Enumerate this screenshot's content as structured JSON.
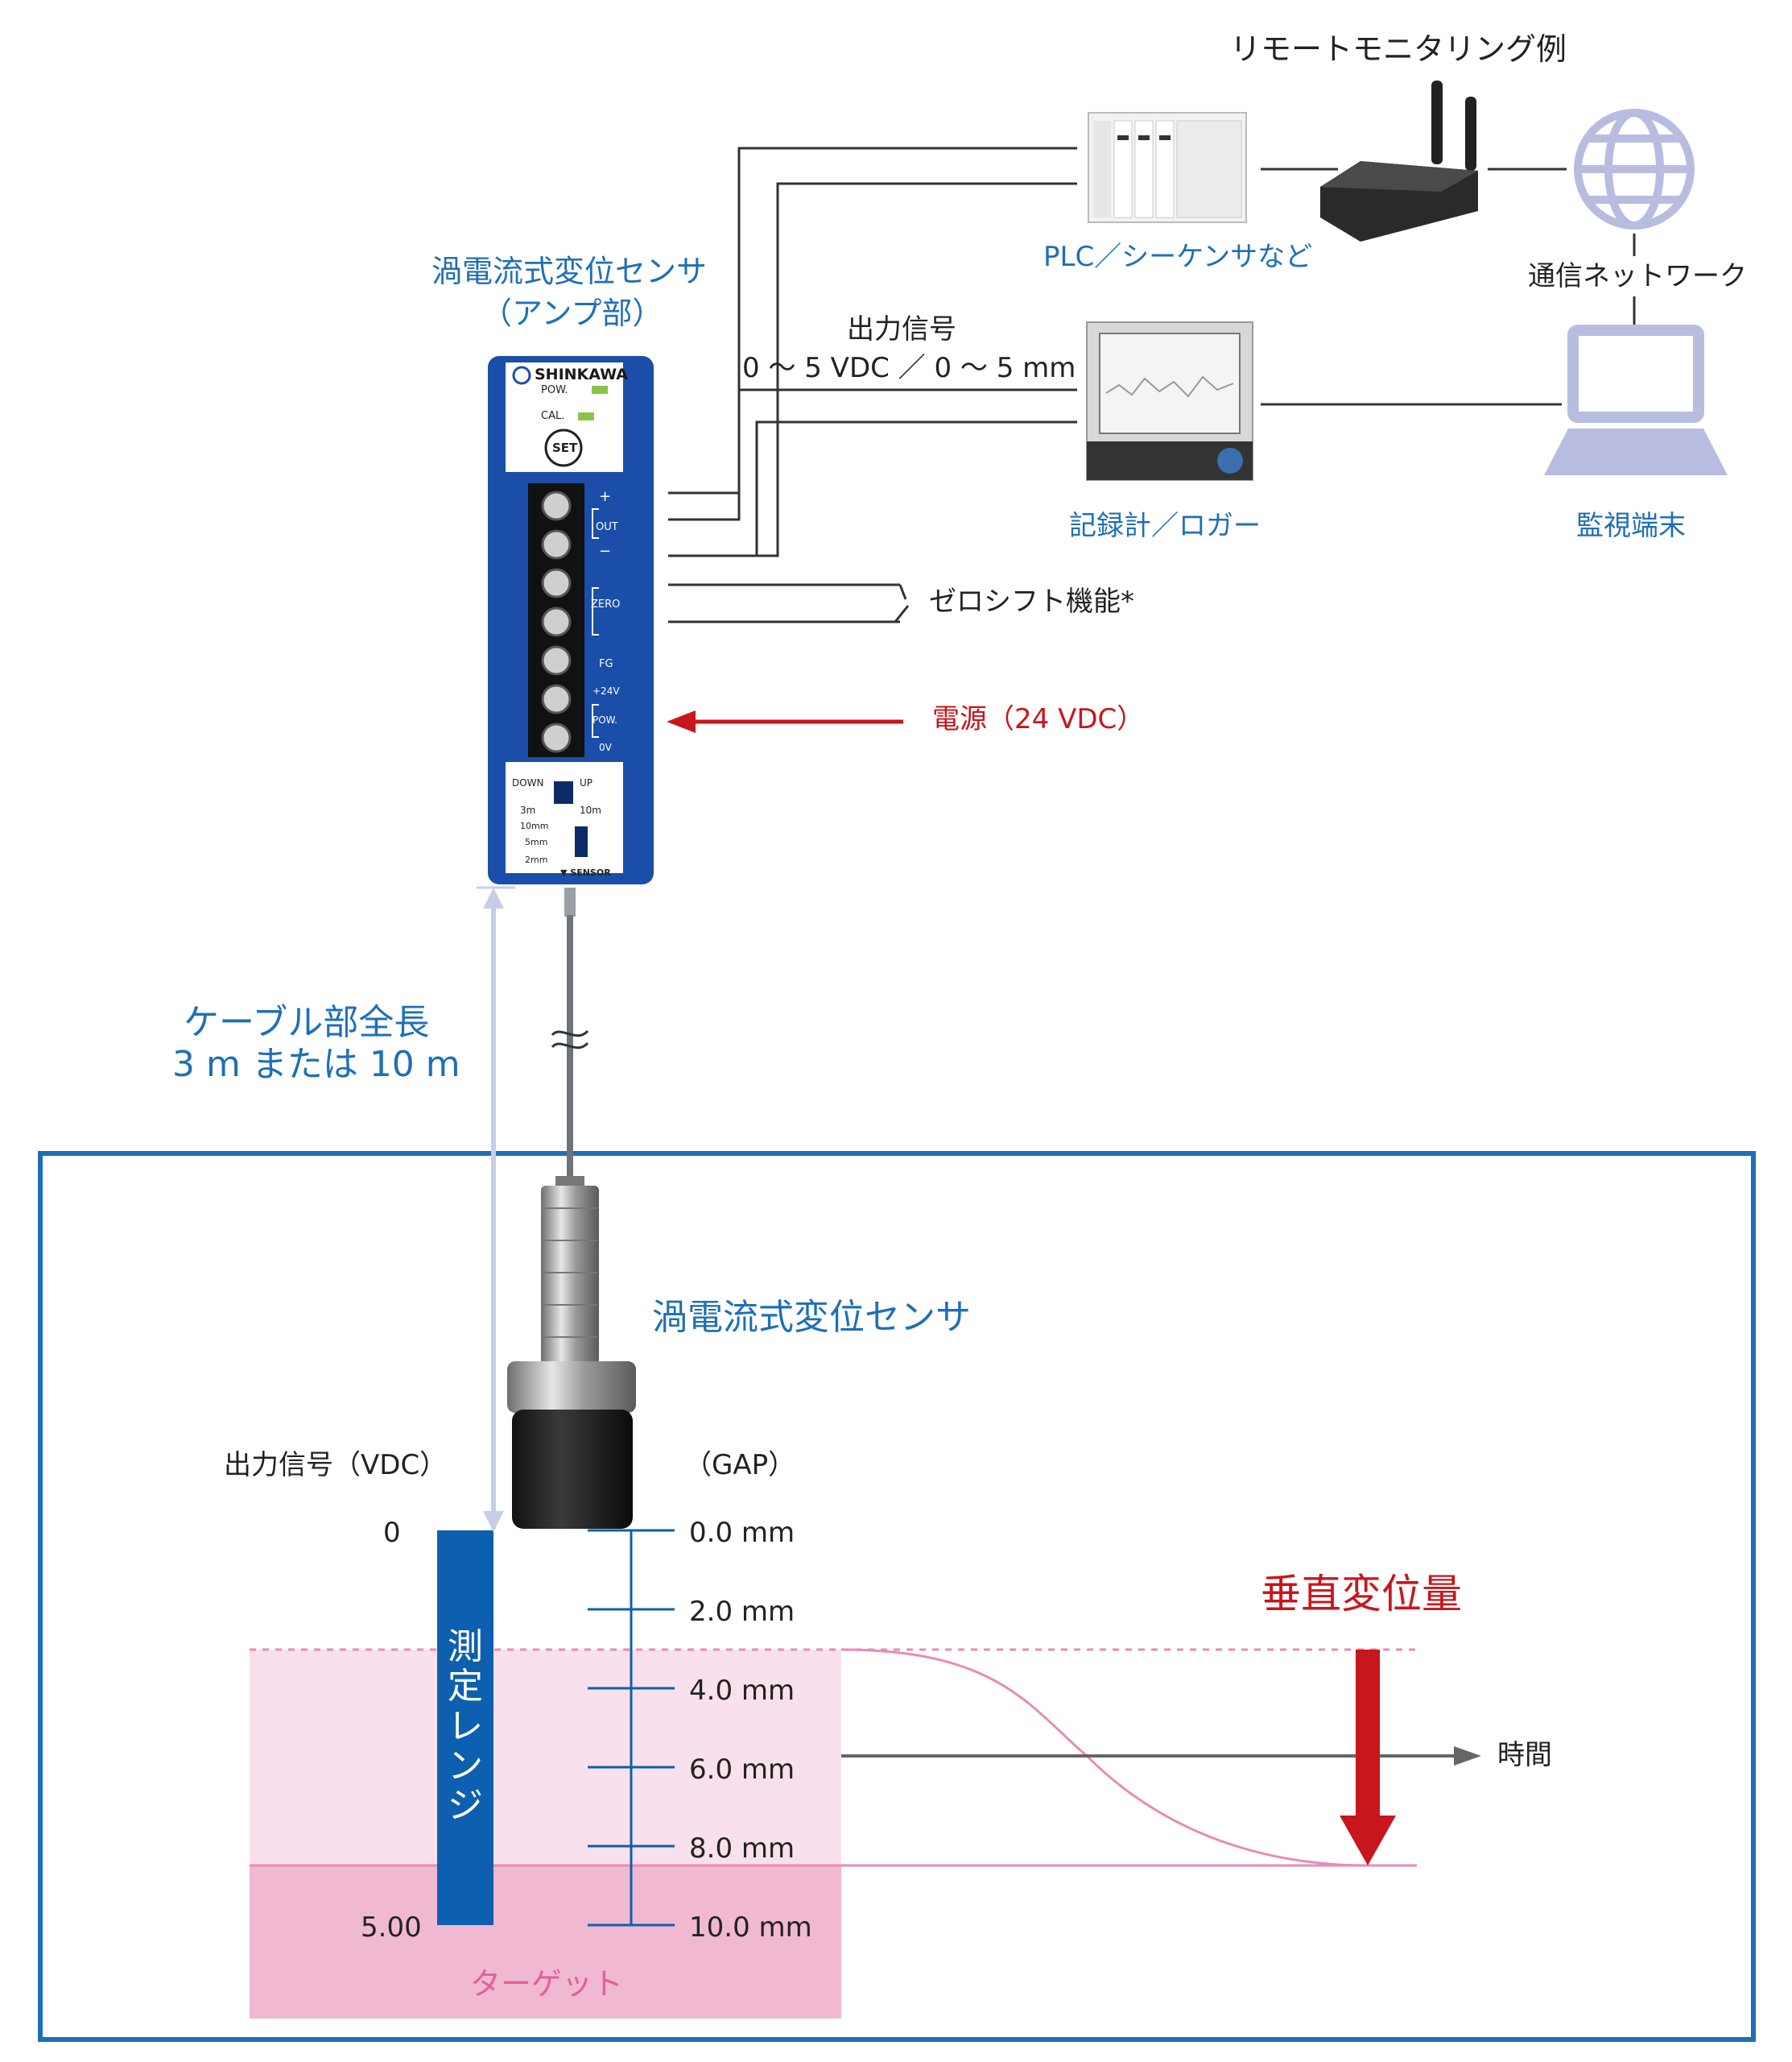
{
  "remote_title": "リモートモニタリング例",
  "plc_label": "PLC／シーケンサなど",
  "network_label": "通信ネットワーク",
  "recorder_label": "記録計／ロガー",
  "monitor_label": "監視端末",
  "amp_label_line1": "渦電流式変位センサ",
  "amp_label_line2": "（アンプ部）",
  "output_signal_line1": "出力信号",
  "output_signal_line2": "0 ～ 5 VDC ／ 0 ～ 5 mm",
  "zero_shift_label": "ゼロシフト機能*",
  "power_label": "電源（24 VDC）",
  "cable_length_line1": "ケーブル部全長",
  "cable_length_line2": "3 m または 10 m",
  "sensor_label": "渦電流式変位センサ",
  "output_vdc_label": "出力信号（VDC）",
  "gap_label": "（GAP）",
  "vdc_zero": "0",
  "vdc_max": "5.00",
  "range_label": "測定レンジ",
  "target_label": "ターゲット",
  "vertical_disp_label": "垂直変位量",
  "time_label": "時間",
  "gap_ticks": [
    "0.0 mm",
    "2.0 mm",
    "4.0 mm",
    "6.0 mm",
    "8.0 mm",
    "10.0 mm"
  ],
  "device": {
    "brand": "SHINKAWA",
    "pow": "POW.",
    "cal": "CAL.",
    "set": "SET",
    "out": "OUT",
    "zero": "ZERO",
    "fg": "FG",
    "p24v": "+24V",
    "pow2": "POW.",
    "zero_v": "0V",
    "down": "DOWN",
    "up": "UP",
    "len3": "3m",
    "len10": "10m",
    "r10": "10mm",
    "r5": "5mm",
    "r2": "2mm",
    "sensor": "▼ SENSOR",
    "plus": "+",
    "minus": "−"
  },
  "colors": {
    "blue_text": "#1f6fb8",
    "red_text": "#c8161d",
    "pink_text": "#e0609a",
    "device_blue": "#1a4ea8",
    "frame_blue": "#1f6fb8",
    "range_bar": "#0d5fb0",
    "target_light": "#f8e1ec",
    "target_dark": "#f0b9d1",
    "icon_lavender": "#b8bde0"
  }
}
